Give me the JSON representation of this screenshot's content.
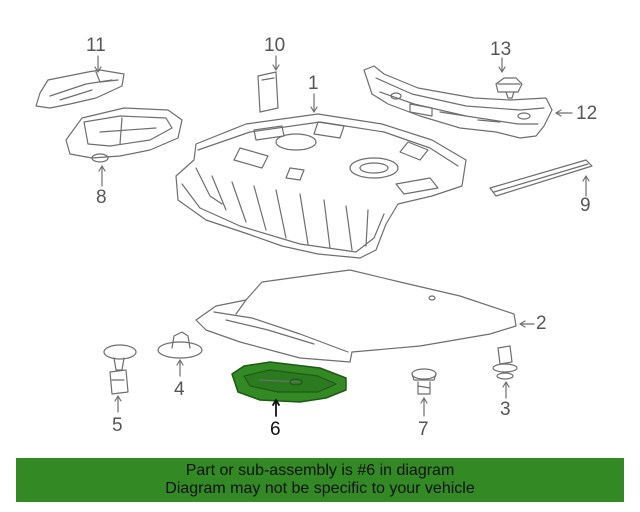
{
  "diagram": {
    "highlight_color": "#338a24",
    "line_color": "#6e6e6e",
    "parts": [
      {
        "id": "part-1",
        "label": "1"
      },
      {
        "id": "part-2",
        "label": "2"
      },
      {
        "id": "part-3",
        "label": "3"
      },
      {
        "id": "part-4",
        "label": "4"
      },
      {
        "id": "part-5",
        "label": "5"
      },
      {
        "id": "part-6",
        "label": "6",
        "highlighted": true
      },
      {
        "id": "part-7",
        "label": "7"
      },
      {
        "id": "part-8",
        "label": "8"
      },
      {
        "id": "part-9",
        "label": "9"
      },
      {
        "id": "part-10",
        "label": "10"
      },
      {
        "id": "part-11",
        "label": "11"
      },
      {
        "id": "part-12",
        "label": "12"
      },
      {
        "id": "part-13",
        "label": "13"
      }
    ]
  },
  "banner": {
    "line1": "Part or sub-assembly is #6 in diagram",
    "line2": "Diagram may not be specific to your vehicle"
  }
}
